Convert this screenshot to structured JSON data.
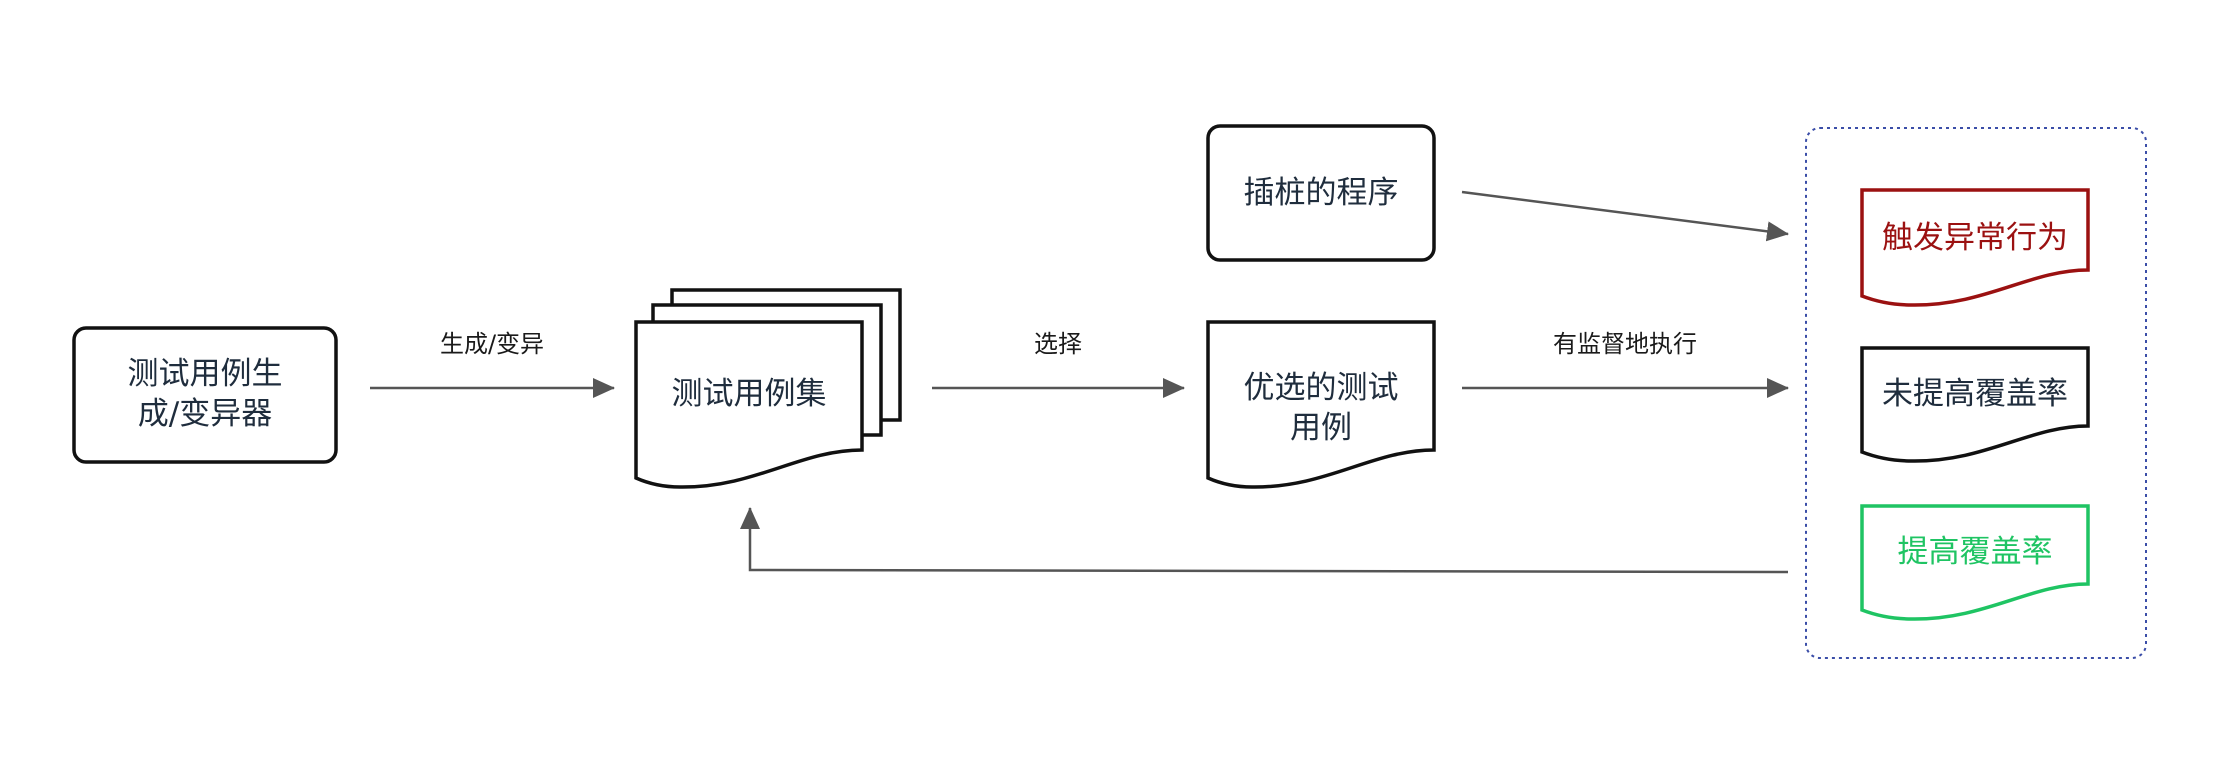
{
  "nodes": {
    "generator_line1": "测试用例生",
    "generator_line2": "成/变异器",
    "testcase_set": "测试用例集",
    "instrumented_program": "插桩的程序",
    "selected_line1": "优选的测试",
    "selected_line2": "用例",
    "outcome_exception": "触发异常行为",
    "outcome_no_gain": "未提高覆盖率",
    "outcome_gain": "提高覆盖率"
  },
  "edges": {
    "generate_mutate": "生成/变异",
    "select": "选择",
    "supervised_exec": "有监督地执行"
  },
  "colors": {
    "exception": "#9b1111",
    "no_gain": "#111111",
    "gain": "#1fc463",
    "group_border": "#3b4ea8",
    "arrow": "#555555"
  }
}
